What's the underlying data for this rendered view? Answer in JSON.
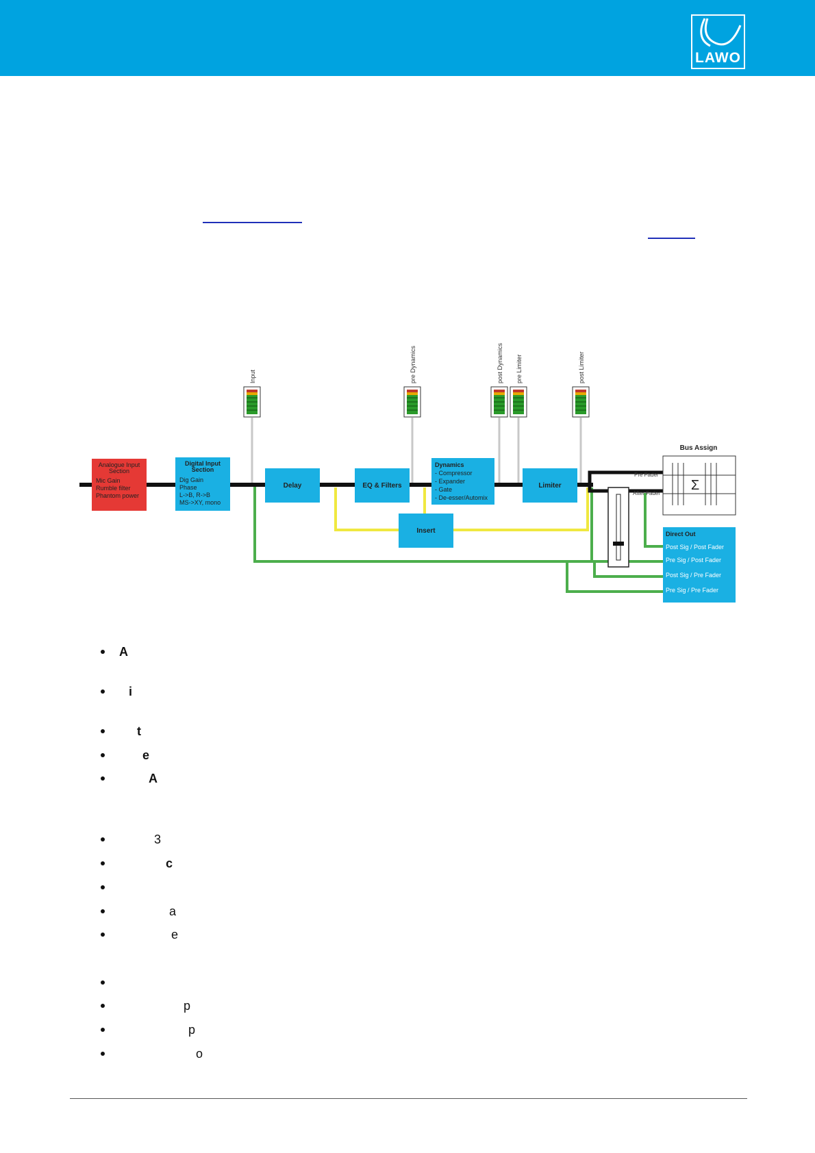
{
  "header": {
    "brand": "LAWO",
    "color": "#00a3e0"
  },
  "diagram": {
    "meters": [
      "Input",
      "pre Dynamics",
      "post Dynamics",
      "pre Limiter",
      "post Limiter"
    ],
    "blocks": {
      "analogue": {
        "title1": "Analogue Input",
        "title2": "Section",
        "lines": [
          "Mic Gain",
          "Rumble filter",
          "Phantom power"
        ]
      },
      "digital": {
        "title1": "Digital Input",
        "title2": "Section",
        "lines": [
          "Dig Gain",
          "Phase",
          "L->B, R->B",
          "MS->XY, mono"
        ]
      },
      "delay": "Delay",
      "eq": "EQ & Filters",
      "dynamics": {
        "title": "Dynamics",
        "lines": [
          "- Compressor",
          "- Expander",
          "- Gate",
          "- De-esser/Automix"
        ]
      },
      "limiter": "Limiter",
      "insert": "Insert",
      "bus_assign": "Bus Assign",
      "sigma": "Σ",
      "pre_fader": "Pre Fader",
      "after_fader": "After Fader",
      "direct_out": {
        "title": "Direct Out",
        "lines": [
          "Post Sig / Post Fader",
          "Pre Sig / Post Fader",
          "Post Sig / Pre Fader",
          "Pre Sig / Pre Fader"
        ]
      }
    }
  },
  "bullets": [
    {
      "text": "A",
      "bold": true
    },
    {
      "text": "i",
      "bold": true
    },
    {
      "text": "t",
      "bold": true
    },
    {
      "text": "e",
      "bold": true
    },
    {
      "text": "A",
      "bold": true
    },
    {
      "text": "3",
      "bold": false
    },
    {
      "text": "c",
      "bold": true
    },
    {
      "text": "",
      "bold": false
    },
    {
      "text": "a",
      "bold": false
    },
    {
      "text": "e",
      "bold": false
    },
    {
      "text": "",
      "bold": false
    },
    {
      "text": "p",
      "bold": false
    },
    {
      "text": "p",
      "bold": false
    },
    {
      "text": "o",
      "bold": false
    }
  ]
}
